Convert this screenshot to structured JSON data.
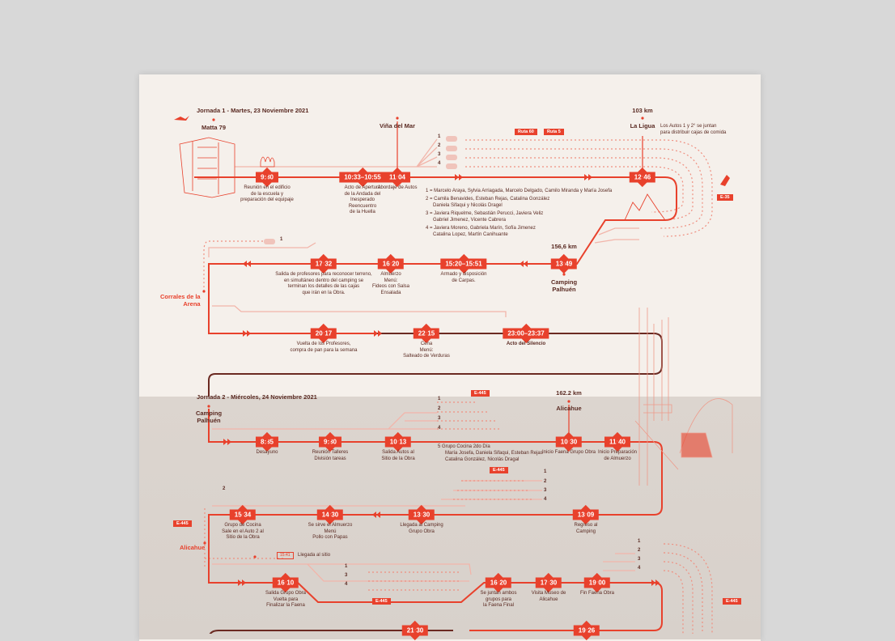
{
  "jornada1": {
    "title": "Jornada 1 - Martes, 23 Noviembre 2021",
    "places": {
      "matta": "Matta 79",
      "vina": "Viña del Mar",
      "ligua_km": "103 km",
      "ligua": "La Ligua",
      "ligua_note": [
        "Los Autos 1 y 2° se juntan",
        "para distribuir cajas de comida"
      ],
      "palhuen_km": "156,6 km",
      "palhuen": [
        "Camping",
        "Palhuén"
      ],
      "corrales": [
        "Corrales de la",
        "Arena"
      ]
    },
    "route_tags": [
      "Ruta 60",
      "Ruta 5",
      "E-35"
    ],
    "car_numbers": [
      "1",
      "2",
      "3",
      "4"
    ],
    "return_car": "1",
    "groups": [
      [
        "1 = Marcelo Araya, Sylvia Arriagada, Marcelo Delgado, Camilo Miranda y María Josefa"
      ],
      [
        "2 = Camila Benavides, Esteban Rejas, Catalina González",
        "Daniela Sifaqui y Nicolás Dragel"
      ],
      [
        "3 = Javiera Riquelme, Sebastián Perucci, Javiera Veliz",
        "Gabriel Jimenez, Vicente Cabrera"
      ],
      [
        "4 = Javiera Moreno, Gabriela Marín, Sofía Jimenez",
        "Catalina Lopez, Martín Canihuante"
      ]
    ],
    "events": [
      {
        "time": "9:30",
        "caption": [
          "Reunión en el edificio",
          "de la escuela y",
          "preparación del equipaje"
        ]
      },
      {
        "time": "10:33–10:55",
        "caption": [
          "Acto de Apertura",
          "de la Andada del",
          "Inesperado",
          "Reencuentro",
          "de la Huella"
        ]
      },
      {
        "time": "11:04",
        "caption": [
          "Abordaje de Autos"
        ]
      },
      {
        "time": "12:46",
        "caption": []
      },
      {
        "time": "17:32",
        "caption": [
          "Salida de profesores para reconocer terreno,",
          "en simultáneo dentro del camping se",
          "terminan los detalles de las cajas",
          "que irán en la Obra."
        ]
      },
      {
        "time": "16:20",
        "caption": [
          "Almuerzo",
          "Menú:",
          "Fideos con Salsa",
          "Ensalada"
        ]
      },
      {
        "time": "15:20–15:51",
        "caption": [
          "Armado y disposición",
          "de Carpas."
        ]
      },
      {
        "time": "13:49",
        "caption": []
      },
      {
        "time": "20:17",
        "caption": [
          "Vuelta de los Profesores,",
          "compra de pan para la semana"
        ]
      },
      {
        "time": "22:15",
        "caption": [
          "Cena",
          "Menú:",
          "Salteado de Verduras"
        ]
      },
      {
        "time": "23:00–23:37",
        "caption": [
          "Acto del Silencio"
        ]
      }
    ]
  },
  "jornada2": {
    "title": "Jornada 2 - Miércoles, 24 Noviembre 2021",
    "places": {
      "palhuen": [
        "Camping",
        "Palhuén"
      ],
      "alicahue_km": "162.2 km",
      "alicahue": "Alicahue",
      "alicahue_left": "Alicahue"
    },
    "route_tags": [
      "E-445",
      "E-445",
      "E-445",
      "E-445",
      "E-445"
    ],
    "car_numbers": [
      "1",
      "2",
      "3",
      "4"
    ],
    "car_numbers_b": [
      "1",
      "3",
      "4"
    ],
    "return_car": "2",
    "group5": [
      "5  Grupo Cocina 2do Día",
      "María Josefa, Daniela Sifaqui, Esteban Rejas",
      "Catalina González, Nicolás Dragal"
    ],
    "arrival": {
      "time": "15:41",
      "label": "Llegada al sitio"
    },
    "events": [
      {
        "time": "8:35",
        "caption": [
          "Desayuno"
        ]
      },
      {
        "time": "9:30",
        "caption": [
          "Reunión Talleres",
          "División tareas"
        ]
      },
      {
        "time": "10:13",
        "caption": [
          "Salida Autos al",
          "Sitio de la Obra"
        ]
      },
      {
        "time": "10:30",
        "caption": [
          "Inicio Faena Grupo Obra"
        ]
      },
      {
        "time": "11:40",
        "caption": [
          "Inicio Preparación",
          "de Almuerzo"
        ]
      },
      {
        "time": "15:34",
        "caption": [
          "Grupo de Cocina",
          "Sale en el Auto 2 al",
          "Sitio de la Obra"
        ]
      },
      {
        "time": "14:30",
        "caption": [
          "Se sirve el Almuerzo",
          "Menú",
          "Pollo con Papas"
        ]
      },
      {
        "time": "13:30",
        "caption": [
          "Llegada al Camping",
          "Grupo Obra"
        ]
      },
      {
        "time": "13:09",
        "caption": [
          "Regreso al",
          "Camping"
        ]
      },
      {
        "time": "16:10",
        "caption": [
          "Salida Grupo Obra",
          "Vuelta para",
          "Finalizar la Faena"
        ]
      },
      {
        "time": "16:20",
        "caption": [
          "Se juntan ambos",
          "grupos para",
          "la Faena Final"
        ]
      },
      {
        "time": "17:30",
        "caption": [
          "Visita Museo de",
          "Alicahue"
        ]
      },
      {
        "time": "19:00",
        "caption": [
          "Fin Faena Obra"
        ]
      },
      {
        "time": "21:30",
        "caption": []
      },
      {
        "time": "19:26",
        "caption": []
      }
    ]
  },
  "colors": {
    "accent": "#e8412c",
    "dark": "#6b2a22",
    "faint": "#f2b5aa",
    "paper": "#f5f0eb"
  }
}
